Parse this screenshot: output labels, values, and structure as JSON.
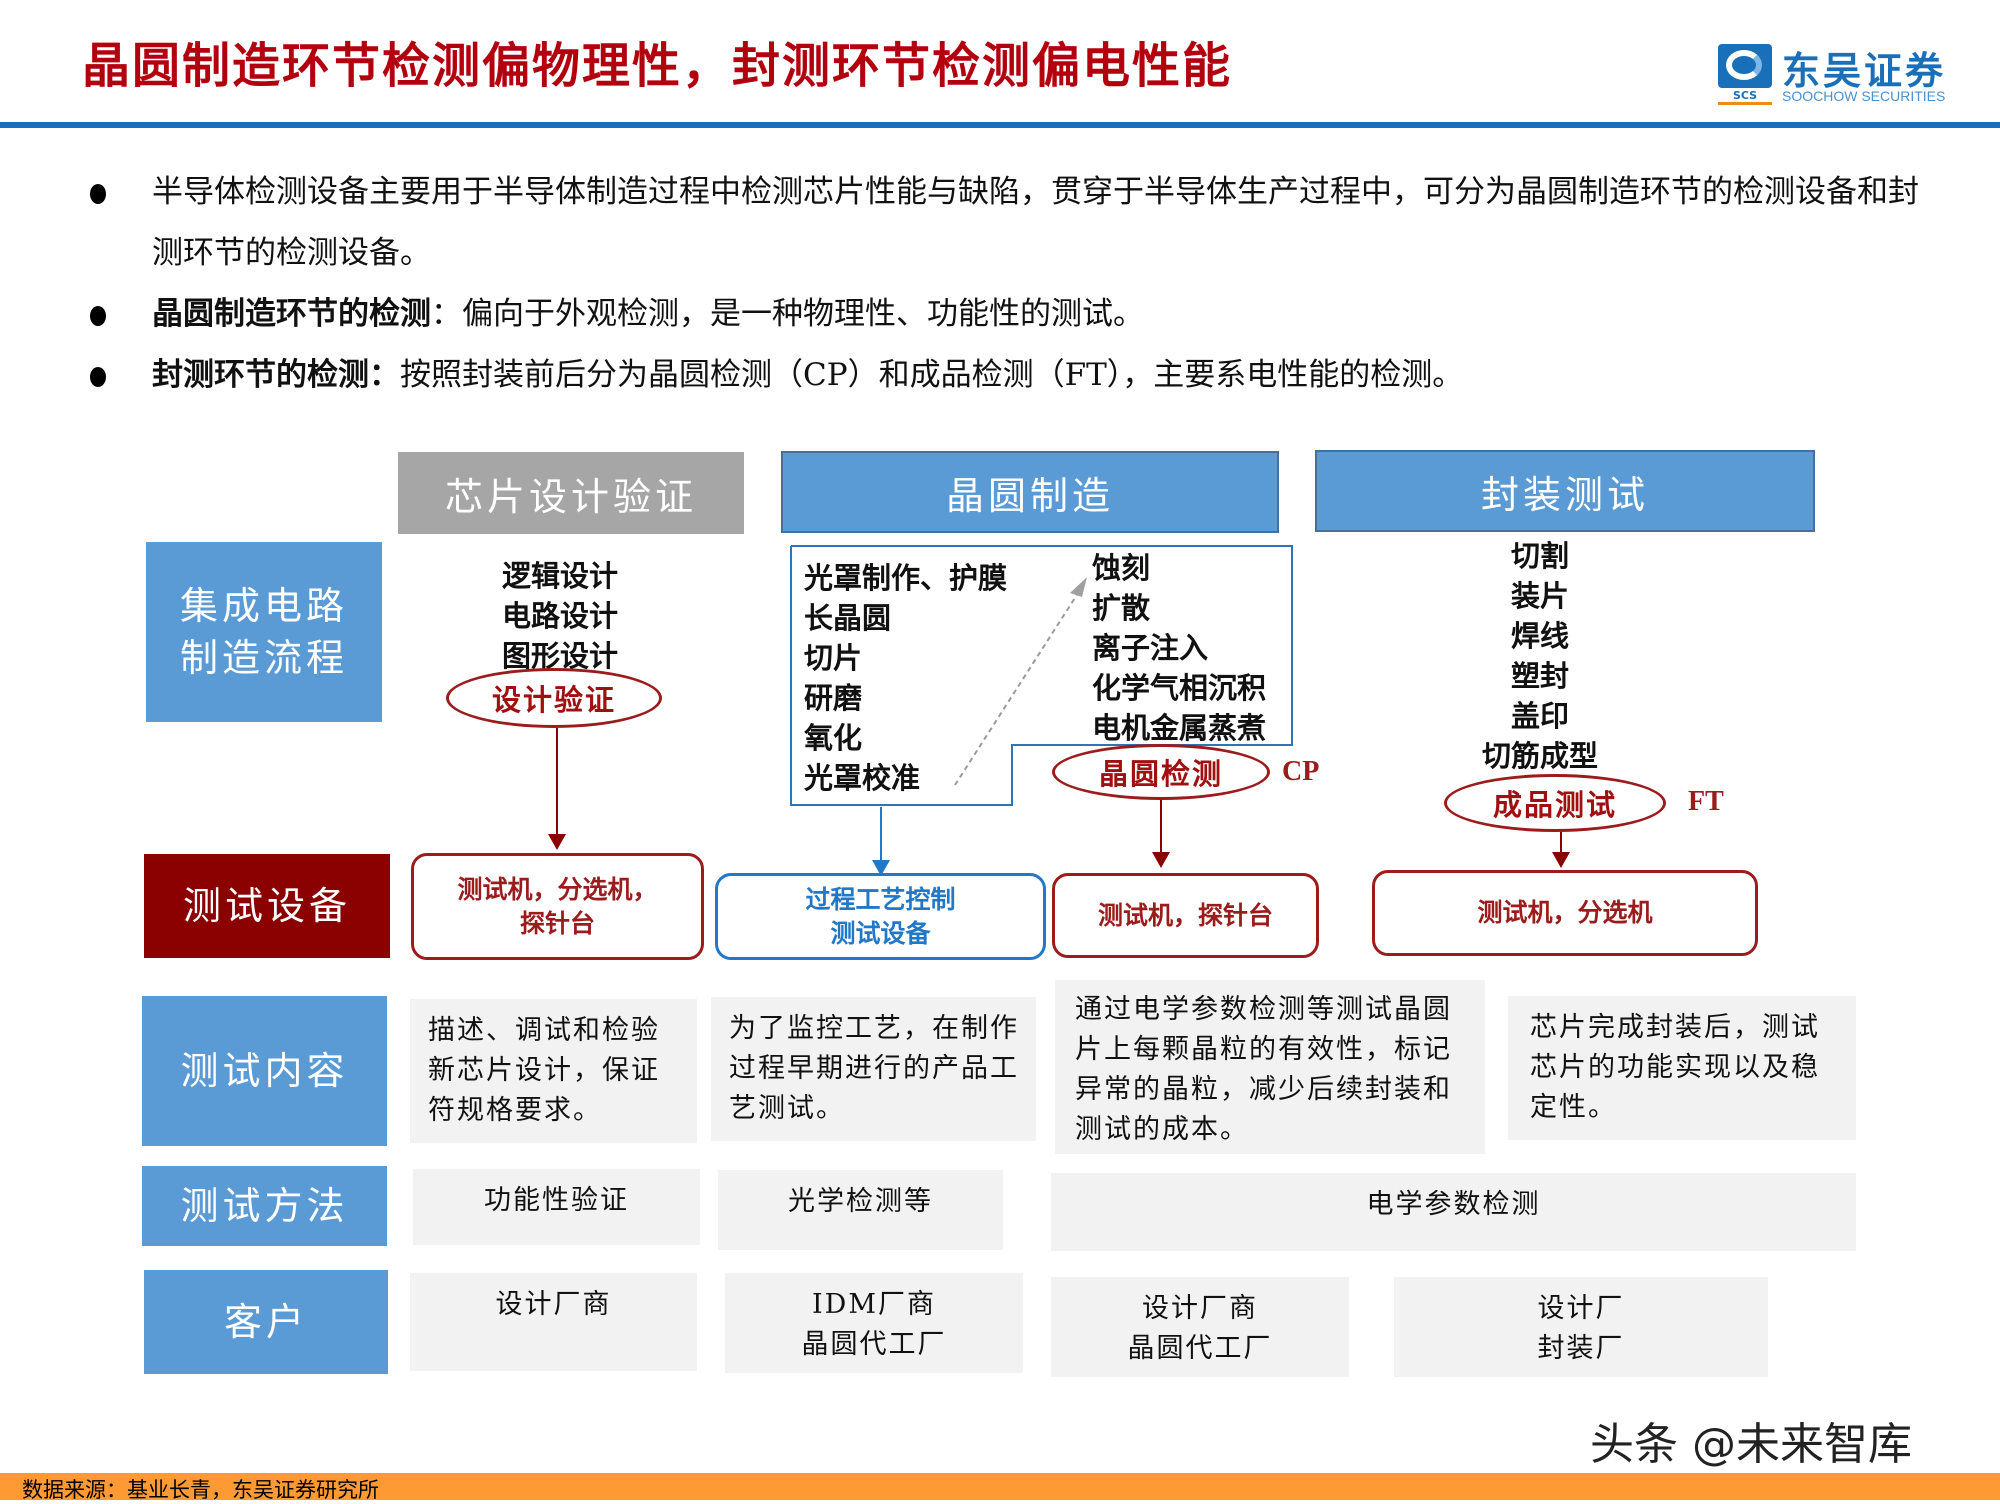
{
  "header": {
    "title": "晶圆制造环节检测偏物理性，封测环节检测偏电性能",
    "logo": {
      "cn": "东吴证券",
      "en": "SOOCHOW SECURITIES",
      "abbr": "SCS",
      "icon": "soochow-logo-icon"
    },
    "colors": {
      "title": "#b3000f",
      "rule": "#1a70b8"
    }
  },
  "bullets": [
    {
      "bold": "",
      "text": "半导体检测设备主要用于半导体制造过程中检测芯片性能与缺陷，贯穿于半导体生产过程中，可分为晶圆制造环节的检测设备和封测环节的检测设备。"
    },
    {
      "bold": "晶圆制造环节的检测",
      "text": "：偏向于外观检测，是一种物理性、功能性的测试。"
    },
    {
      "bold": "封测环节的检测：",
      "text": "按照封装前后分为晶圆检测（CP）和成品检测（FT），主要系电性能的检测。"
    }
  ],
  "diagram": {
    "stages": [
      {
        "label": "芯片设计验证"
      },
      {
        "label": "晶圆制造"
      },
      {
        "label": "封装测试"
      }
    ],
    "row_labels": {
      "process": "集成电路\n制造流程",
      "equipment": "测试设备",
      "content": "测试内容",
      "method": "测试方法",
      "customer": "客户"
    },
    "design_steps": [
      "逻辑设计",
      "电路设计",
      "图形设计"
    ],
    "design_check": "设计验证",
    "wafer_steps_left": [
      "光罩制作、护膜",
      "长晶圆",
      "切片",
      "研磨",
      "氧化",
      "光罩校准"
    ],
    "wafer_steps_right": [
      "蚀刻",
      "扩散",
      "离子注入",
      "化学气相沉积",
      "电机金属蒸煮"
    ],
    "wafer_check": "晶圆检测",
    "wafer_check_tag": "CP",
    "package_steps": [
      "切割",
      "装片",
      "焊线",
      "塑封",
      "盖印",
      "切筋成型"
    ],
    "package_check": "成品测试",
    "package_check_tag": "FT",
    "equipment": [
      "测试机，分选机，\n探针台",
      "过程工艺控制\n测试设备",
      "测试机，探针台",
      "测试机，分选机"
    ],
    "content": [
      "描述、调试和检验新芯片设计，保证符规格要求。",
      "为了监控工艺，在制作过程早期进行的产品工艺测试。",
      "通过电学参数检测等测试晶圆片上每颗晶粒的有效性，标记异常的晶粒，减少后续封装和测试的成本。",
      "芯片完成封装后，测试芯片的功能实现以及稳定性。"
    ],
    "methods": [
      "功能性验证",
      "光学检测等",
      "电学参数检测"
    ],
    "customers": [
      "设计厂商",
      "IDM厂商\n晶圆代工厂",
      "设计厂商\n晶圆代工厂",
      "设计厂\n封装厂"
    ],
    "colors": {
      "blue": "#5b9bd5",
      "gray": "#a6a6a6",
      "darkred": "#8b0000",
      "red_outline": "#9b1c1c",
      "blue_outline": "#1f78c8",
      "cell_bg": "#f2f2f2"
    }
  },
  "footer": {
    "source": "数据来源：基业长青，东吴证券研究所",
    "watermark": "头条 @未来智库",
    "bar_color": "#fe9a34"
  }
}
